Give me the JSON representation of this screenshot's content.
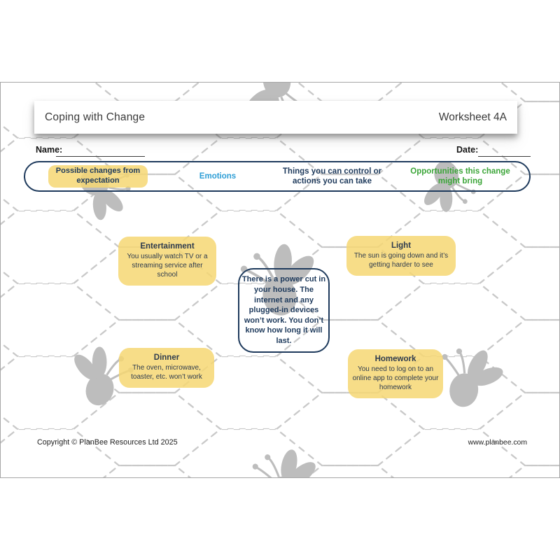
{
  "header": {
    "title": "Coping with Change",
    "worksheet": "Worksheet 4A"
  },
  "fields": {
    "name_label": "Name:",
    "date_label": "Date:"
  },
  "legend": {
    "changes": "Possible changes from expectation",
    "emotions": "Emotions",
    "control": "Things you can control or actions you can take",
    "opportunities": "Opportunities this change might bring"
  },
  "scenario": {
    "text": "There is a power cut in your house. The internet and any plugged-in devices won’t work. You don’t know how long it will last."
  },
  "cards": [
    {
      "title": "Entertainment",
      "body": "You usually watch TV or a streaming service after school"
    },
    {
      "title": "Light",
      "body": "The sun is going down and it’s getting harder to see"
    },
    {
      "title": "Dinner",
      "body": "The oven, microwave, toaster, etc. won’t work"
    },
    {
      "title": "Homework",
      "body": "You need to log on to an online app to complete your homework"
    }
  ],
  "footer": {
    "copyright": "Copyright © PlanBee Resources Ltd 2025",
    "website": "www.planbee.com"
  },
  "colors": {
    "accent_navy": "#1e3a5c",
    "highlight_yellow": "#f6d773",
    "emotions_blue": "#2e9ed6",
    "opportunities_green": "#3ba538",
    "bee_grey": "#bdbdbd",
    "hex_dash_grey": "#c9c9c9"
  }
}
